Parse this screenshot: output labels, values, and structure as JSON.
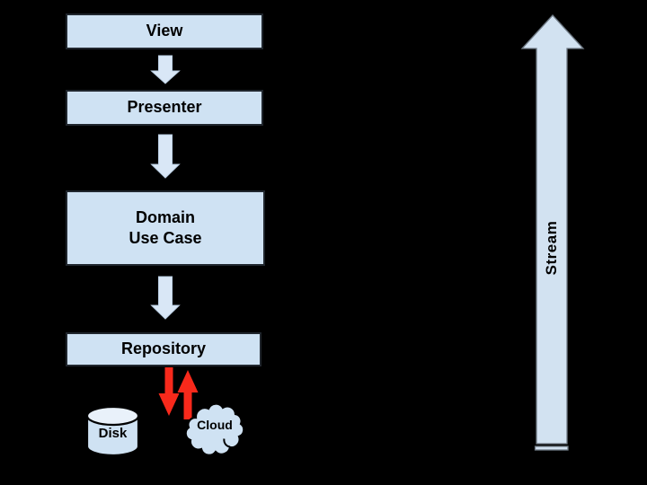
{
  "background_color": "#000000",
  "colors": {
    "node_fill": "#cfe2f3",
    "node_border": "#20262d",
    "flow_arrow_fill": "#d9e7f6",
    "stream_arrow_fill": "#d2e2f1",
    "stream_arrow_border": "#6f7a85",
    "io_arrow_red": "#f8291b",
    "disk_top_fill": "#e9f1fa",
    "shape_outline": "#000000",
    "label_text": "#000000"
  },
  "nodes": {
    "view": {
      "label": "View"
    },
    "presenter": {
      "label": "Presenter"
    },
    "domain_use_case": {
      "label": "Domain\nUse Case"
    },
    "repository": {
      "label": "Repository"
    },
    "disk": {
      "label": "Disk",
      "shape": "cylinder"
    },
    "cloud": {
      "label": "Cloud",
      "shape": "cloud"
    }
  },
  "stream": {
    "label": "Stream",
    "direction": "up"
  },
  "edges": [
    {
      "from": "view",
      "to": "presenter",
      "style": "blue-block-arrow-down"
    },
    {
      "from": "presenter",
      "to": "domain_use_case",
      "style": "blue-block-arrow-down"
    },
    {
      "from": "domain_use_case",
      "to": "repository",
      "style": "blue-block-arrow-down"
    },
    {
      "from": "repository",
      "to": "storage",
      "style": "red-arrow-down"
    },
    {
      "from": "storage",
      "to": "repository",
      "style": "red-arrow-up"
    }
  ]
}
